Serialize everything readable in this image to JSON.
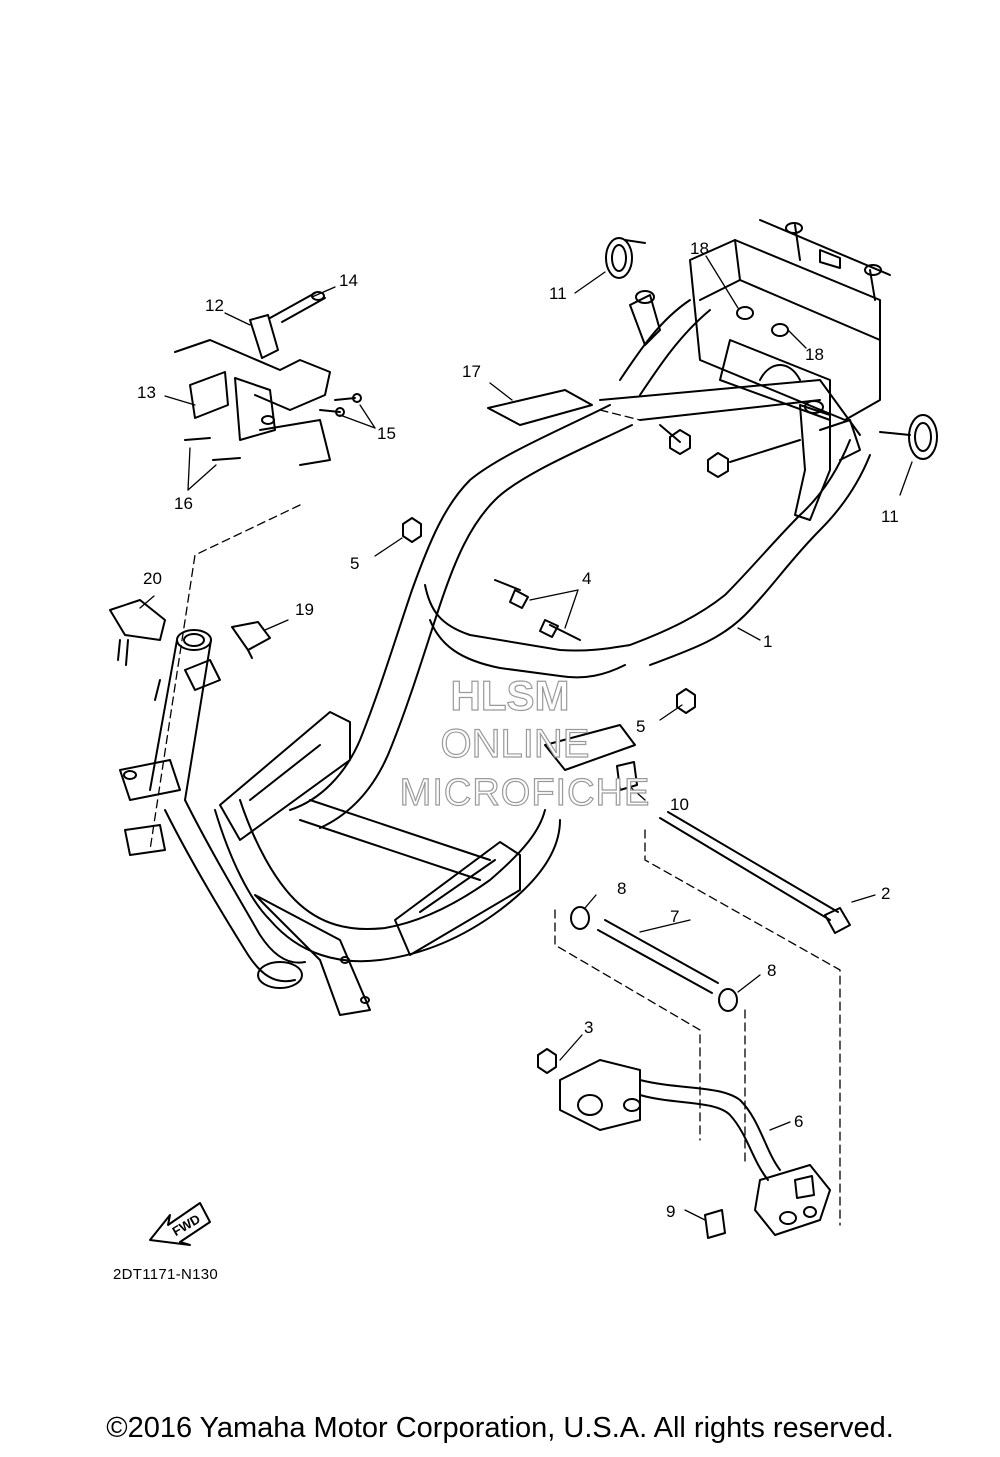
{
  "diagram": {
    "document_code": "2DT1171-N130",
    "copyright": "©2016 Yamaha Motor Corporation, U.S.A. All rights reserved.",
    "watermark": {
      "line1": "HLSM",
      "line2": "ONLINE",
      "line3": "MICROFICHE"
    },
    "fwd_label": "FWD",
    "callouts": [
      {
        "id": "c1",
        "label": "1"
      },
      {
        "id": "c2",
        "label": "2"
      },
      {
        "id": "c3",
        "label": "3"
      },
      {
        "id": "c4",
        "label": "4"
      },
      {
        "id": "c5a",
        "label": "5"
      },
      {
        "id": "c5b",
        "label": "5"
      },
      {
        "id": "c6",
        "label": "6"
      },
      {
        "id": "c7",
        "label": "7"
      },
      {
        "id": "c8a",
        "label": "8"
      },
      {
        "id": "c8b",
        "label": "8"
      },
      {
        "id": "c9",
        "label": "9"
      },
      {
        "id": "c10",
        "label": "10"
      },
      {
        "id": "c11a",
        "label": "11"
      },
      {
        "id": "c11b",
        "label": "11"
      },
      {
        "id": "c12",
        "label": "12"
      },
      {
        "id": "c13",
        "label": "13"
      },
      {
        "id": "c14",
        "label": "14"
      },
      {
        "id": "c15",
        "label": "15"
      },
      {
        "id": "c16",
        "label": "16"
      },
      {
        "id": "c17",
        "label": "17"
      },
      {
        "id": "c18a",
        "label": "18"
      },
      {
        "id": "c18b",
        "label": "18"
      },
      {
        "id": "c19",
        "label": "19"
      },
      {
        "id": "c20",
        "label": "20"
      }
    ]
  }
}
